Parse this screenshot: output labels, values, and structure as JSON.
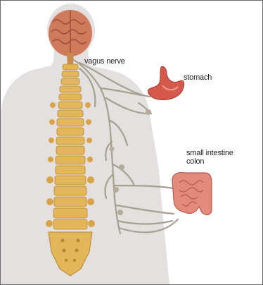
{
  "labels": {
    "vagus_nerve": "vagus nerve",
    "stomach": "stomach",
    "small_intestine": "small intestine",
    "colon": "colon"
  },
  "colors": {
    "body_silhouette": "#e4e0e0",
    "bone": "#e3b65a",
    "bone_dark": "#b98432",
    "brain": "#d07a5c",
    "nerve": "#a6a091",
    "stomach": "#d55a4c",
    "intestine": "#e38a7c",
    "frame": "#6d6d6d"
  }
}
